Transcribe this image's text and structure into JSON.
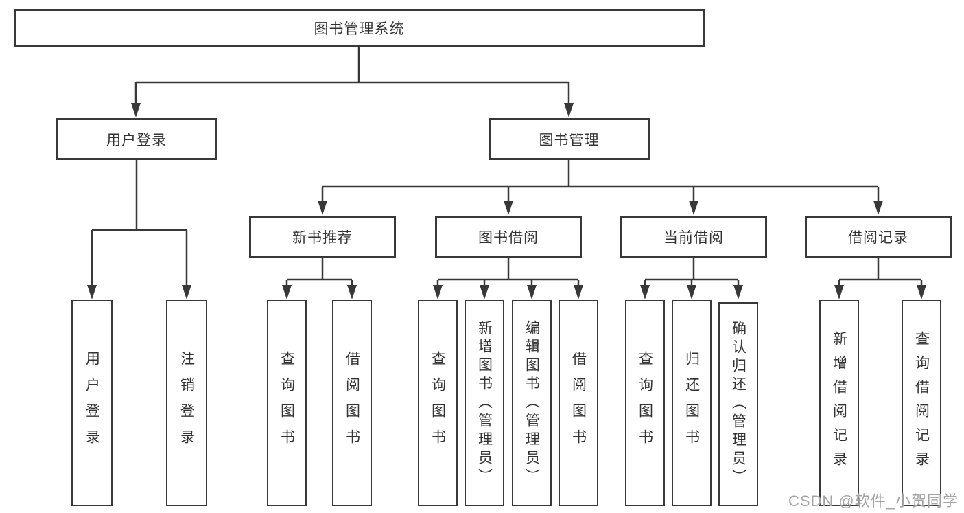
{
  "diagram": {
    "type": "hierarchy-diagram",
    "root": {
      "label": "图书管理系统",
      "children": [
        {
          "label": "用户登录",
          "children": [
            {
              "label": "用户登录"
            },
            {
              "label": "注销登录"
            }
          ]
        },
        {
          "label": "图书管理",
          "children": [
            {
              "label": "新书推荐",
              "children": [
                {
                  "label": "查询图书"
                },
                {
                  "label": "借阅图书"
                }
              ]
            },
            {
              "label": "图书借阅",
              "children": [
                {
                  "label": "查询图书"
                },
                {
                  "label": "新增图书（管理员）"
                },
                {
                  "label": "编辑图书（管理员）"
                },
                {
                  "label": "借阅图书"
                }
              ]
            },
            {
              "label": "当前借阅",
              "children": [
                {
                  "label": "查询图书"
                },
                {
                  "label": "归还图书"
                },
                {
                  "label": "确认归还（管理员）"
                }
              ]
            },
            {
              "label": "借阅记录",
              "children": [
                {
                  "label": "新增借阅记录"
                },
                {
                  "label": "查询借阅记录"
                }
              ]
            }
          ]
        }
      ]
    },
    "watermark": "CSDN @软件_小贺同学",
    "colors": {
      "line": "#383838",
      "text": "#333333",
      "background": "#ffffff",
      "watermark": "#a3a3a3"
    }
  }
}
